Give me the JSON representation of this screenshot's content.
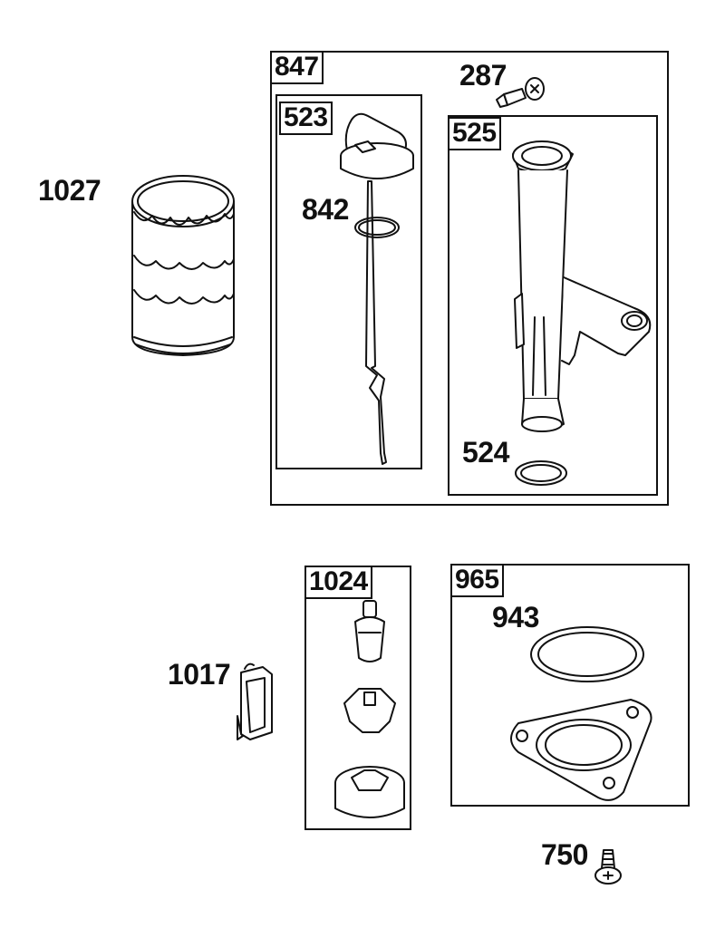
{
  "labels": {
    "kit_847": "847",
    "screw_287": "287",
    "dipstick_assy_523": "523",
    "dipstick_842": "842",
    "tube_assy_525": "525",
    "oring_524": "524",
    "oil_filter_1027": "1027",
    "kit_1024": "1024",
    "adapter_1017": "1017",
    "kit_965": "965",
    "gasket_943": "943",
    "screw_750": "750"
  },
  "colors": {
    "line": "#111111",
    "fill": "#ffffff",
    "shade": "#d9d9d9"
  }
}
